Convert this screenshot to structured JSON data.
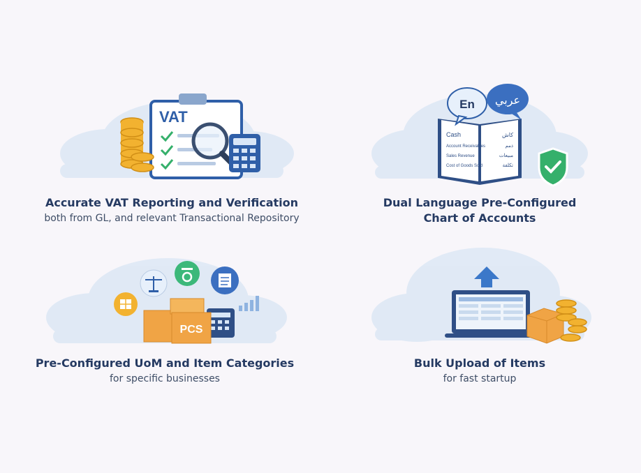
{
  "features": [
    {
      "title": "Accurate VAT Reporting and Verification",
      "subtitle": "both from GL, and relevant Transactional Repository",
      "illustration": {
        "icons": [
          "vat-clipboard-icon",
          "magnifier-icon",
          "calculator-icon",
          "coin-stack-icon"
        ],
        "text": "VAT"
      }
    },
    {
      "title": "Dual Language Pre-Configured\nChart of Accounts",
      "illustration": {
        "icons": [
          "open-book-icon",
          "speech-bubble-icon",
          "shield-check-icon"
        ],
        "bubble_en": "En",
        "bubble_ar": "عربي",
        "rows_en": [
          "Cash",
          "Account Receivables",
          "Sales Revenue",
          "Cost of Goods Sold"
        ],
        "rows_ar": [
          "كاش",
          "ذمم",
          "مبيعات",
          "تكلفة"
        ]
      }
    },
    {
      "title": "Pre-Configured UoM and Item Categories",
      "subtitle": "for specific businesses",
      "illustration": {
        "icons": [
          "box-icon",
          "scale-icon",
          "weight-icon",
          "document-icon",
          "grid-icon",
          "bar-chart-icon",
          "calculator-icon"
        ],
        "box_text": "PCS"
      }
    },
    {
      "title": "Bulk Upload of Items",
      "subtitle": "for fast startup",
      "illustration": {
        "icons": [
          "laptop-icon",
          "upload-arrow-icon",
          "box-icon",
          "coin-stack-icon"
        ]
      }
    }
  ],
  "colors": {
    "background": "#f8f6fa",
    "title": "#253a62",
    "subtitle": "#3e4d66",
    "accent_blue": "#2f5fa8",
    "coin_gold": "#f2b230",
    "box_orange": "#f0a445",
    "check_green": "#35b06b"
  }
}
